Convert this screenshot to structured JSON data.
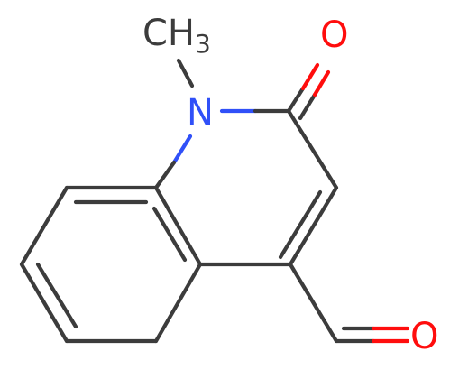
{
  "molecule": {
    "labels": {
      "methyl": "CH",
      "methyl_sub": "3",
      "nitrogen": "N",
      "ketone_oxygen": "O",
      "aldehyde_oxygen": "O"
    },
    "colors": {
      "carbon_bond": "#3c3c3c",
      "nitrogen": "#3050f8",
      "oxygen": "#ff0d0d",
      "carbon_text": "#3c3c3c"
    }
  }
}
